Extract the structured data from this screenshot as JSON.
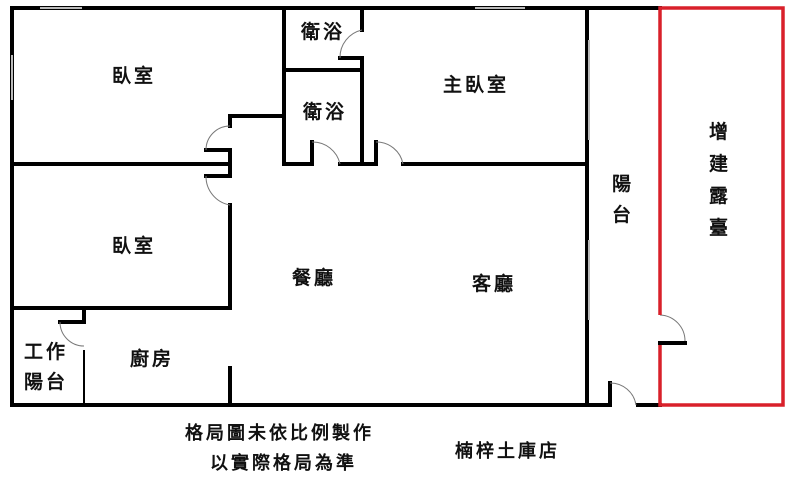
{
  "rooms": {
    "bedroom_1": "臥室",
    "bathroom_1": "衛浴",
    "bathroom_2": "衛浴",
    "master_bedroom": "主臥室",
    "bedroom_2": "臥室",
    "dining_room": "餐廳",
    "living_room": "客廳",
    "balcony": [
      "陽",
      "台"
    ],
    "extension_terrace": [
      "增",
      "建",
      "露",
      "臺"
    ],
    "utility_balcony": [
      "工作",
      "陽台"
    ],
    "kitchen": "廚房"
  },
  "notes": {
    "disclaimer_line1": "格局圖未依比例製作",
    "disclaimer_line2": "以實際格局為準",
    "branch": "楠梓土庫店"
  },
  "colors": {
    "highlight": "#d9202a",
    "walls": "#000000"
  }
}
